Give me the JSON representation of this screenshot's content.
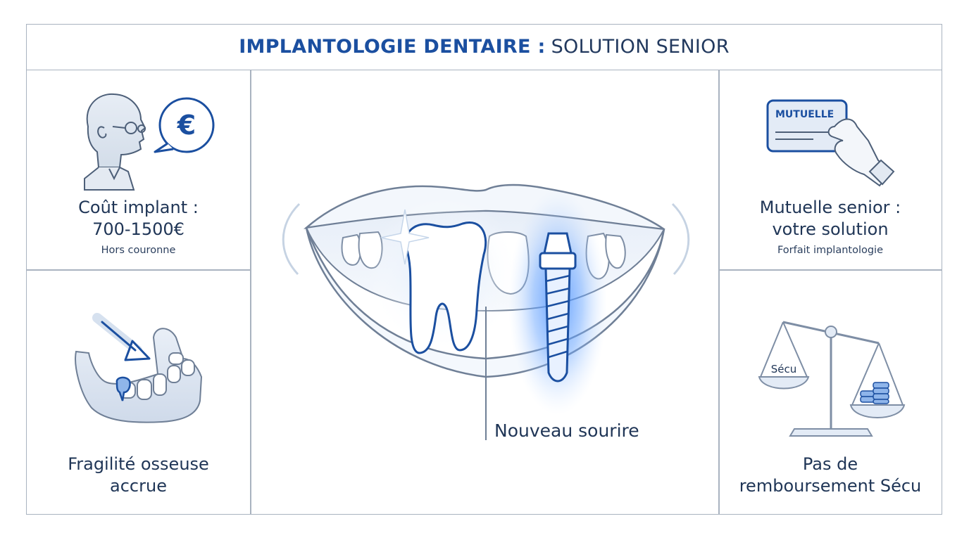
{
  "title": {
    "strong": "IMPLANTOLOGIE DENTAIRE :",
    "light": "SOLUTION SENIOR"
  },
  "panels": {
    "cost": {
      "line1": "Coût implant :",
      "line2": "700-1500€",
      "sub": "Hors couronne",
      "icon": "senior-with-euro-bubble-icon"
    },
    "bone": {
      "line1": "Fragilité osseuse",
      "line2": "accrue",
      "icon": "jawbone-icon"
    },
    "mutuelle": {
      "line1": "Mutuelle senior :",
      "line2": "votre solution",
      "sub": "Forfait implantologie",
      "card_label": "MUTUELLE",
      "icon": "insurance-card-hand-icon"
    },
    "secu": {
      "line1": "Pas de",
      "line2": "remboursement Sécu",
      "scale_label": "Sécu",
      "icon": "balance-scale-icon"
    }
  },
  "center": {
    "label": "Nouveau sourire",
    "icon": "smile-with-implant-icon",
    "euro_symbol": "€"
  },
  "colors": {
    "accent": "#1b4fa0",
    "line": "#a9b3c0",
    "glow": "#2f7cf0",
    "text": "#1f3556"
  }
}
